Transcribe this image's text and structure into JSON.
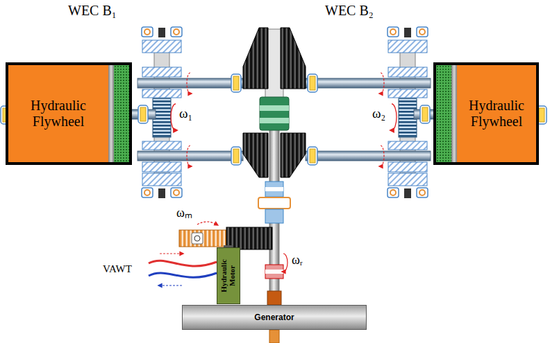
{
  "diagram": {
    "nodes": [
      {
        "text": [
          "Hydraulic Flywheel"
        ]
      },
      {
        "text": [
          "Hydraulic Flywheel"
        ]
      },
      {
        "text": [
          "Hydraulic Motor"
        ]
      },
      {
        "text": [
          "Generator"
        ]
      }
    ],
    "labels": [
      "WEC B₁",
      "WEC B₂",
      "ω₁",
      "ω₂",
      "ωₘ",
      "VAWT",
      "ωᵣ"
    ]
  }
}
